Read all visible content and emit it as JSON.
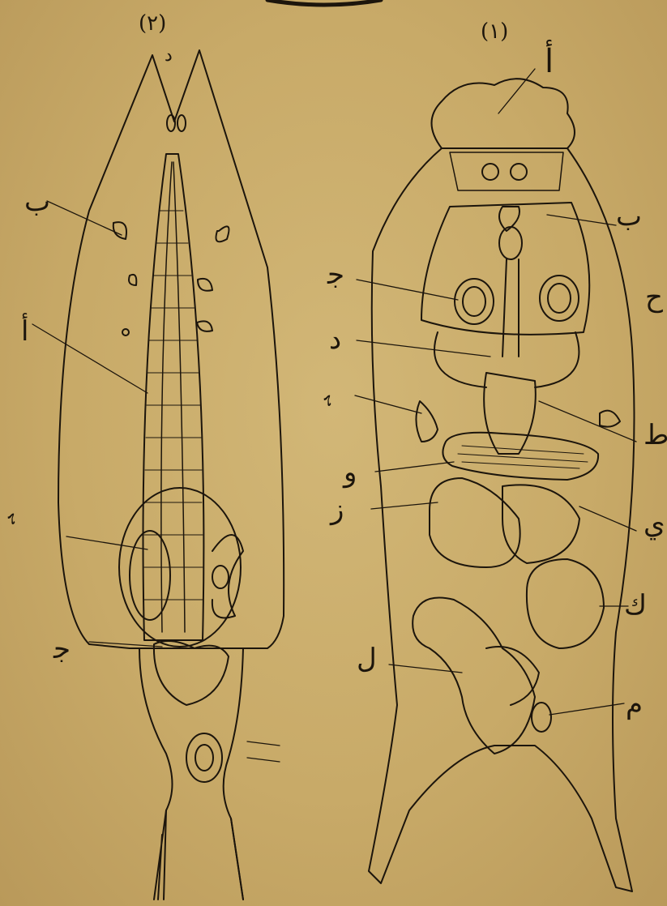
{
  "figures": [
    {
      "number": "(٢)",
      "labels": {
        "top": "د",
        "a": "ب",
        "b": "أ",
        "c": "ﮨ",
        "d": "ﺟ"
      }
    },
    {
      "number": "(١)",
      "labels": {
        "a": "أ",
        "b": "ب",
        "c": "ﺟ",
        "d": "د",
        "e": "ﮨ",
        "f": "ﻭ",
        "g": "ز",
        "h": "ح",
        "i": "ط",
        "j": "ي",
        "k": "ك",
        "l": "ل",
        "m": "م"
      }
    }
  ],
  "colors": {
    "ink": "#1c150c",
    "paper": "#c9ac6a"
  }
}
